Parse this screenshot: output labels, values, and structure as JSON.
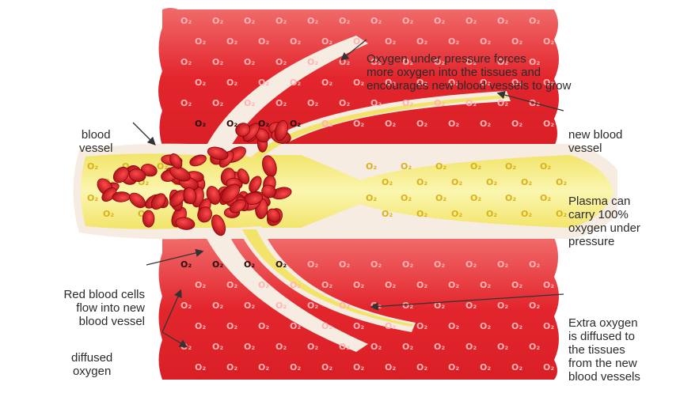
{
  "labels": {
    "top": [
      "Oxygen under pressure forces",
      "more oxygen into the tissues and",
      "encourages new blood vessels to grow"
    ],
    "blood_vessel": [
      "blood",
      "vessel"
    ],
    "new_blood_vessel": [
      "new blood",
      "vessel"
    ],
    "plasma": [
      "Plasma can",
      "carry 100%",
      "oxygen under",
      "pressure"
    ],
    "red_blood_cells": [
      "Red blood cells",
      "flow into new",
      "blood vessel"
    ],
    "diffused_oxygen": [
      "diffused",
      "oxygen"
    ],
    "extra_oxygen": [
      "Extra oxygen",
      "is diffused to",
      "the tissues",
      "from the new",
      "blood vessels"
    ]
  },
  "symbols": {
    "oxygen": "O₂"
  },
  "colors": {
    "tissue": "#e3262d",
    "tissue_light": "#f26b6b",
    "vessel_wall": "#f7ebe0",
    "plasma": "#f7f09a",
    "plasma_dark": "#e9d85a",
    "rbc": "#c0101a",
    "lumen": "#8a3a2e"
  },
  "icons": [
    "oxygen-molecule-icon",
    "red-blood-cell-icon",
    "arrow-icon"
  ]
}
